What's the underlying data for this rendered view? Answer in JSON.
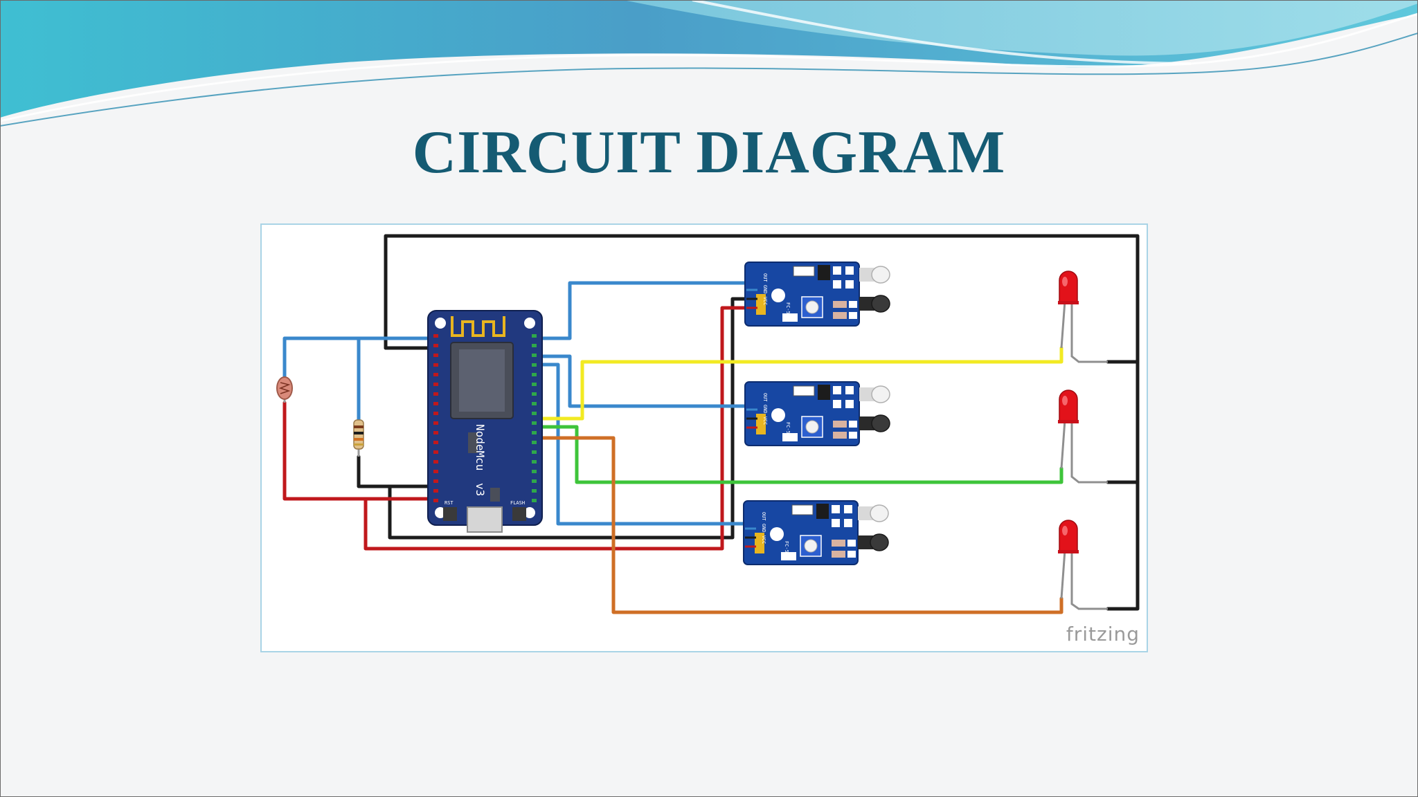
{
  "slide": {
    "title": "CIRCUIT DIAGRAM"
  },
  "diagram": {
    "watermark": "fritzing",
    "board": {
      "label_line1": "NodeMcu",
      "label_line2": "v3",
      "button_left": "RST",
      "button_right": "FLASH"
    },
    "sensor_module": {
      "name": "FC-51",
      "pin_labels": "OUT GND VCC"
    },
    "colors": {
      "title": "#155b73",
      "wire_black": "#1c1c1c",
      "wire_red": "#c0181c",
      "wire_blue": "#3a88cc",
      "wire_yellow": "#f2ea22",
      "wire_green": "#3ec43a",
      "wire_orange": "#cf6f26",
      "board": "#21397f",
      "sensor_board": "#1747a3",
      "led": "#e2121a"
    },
    "components": [
      "nodemcu-board",
      "ldr",
      "resistor",
      "ir-sensor-1",
      "ir-sensor-2",
      "ir-sensor-3",
      "led-1",
      "led-2",
      "led-3"
    ]
  }
}
